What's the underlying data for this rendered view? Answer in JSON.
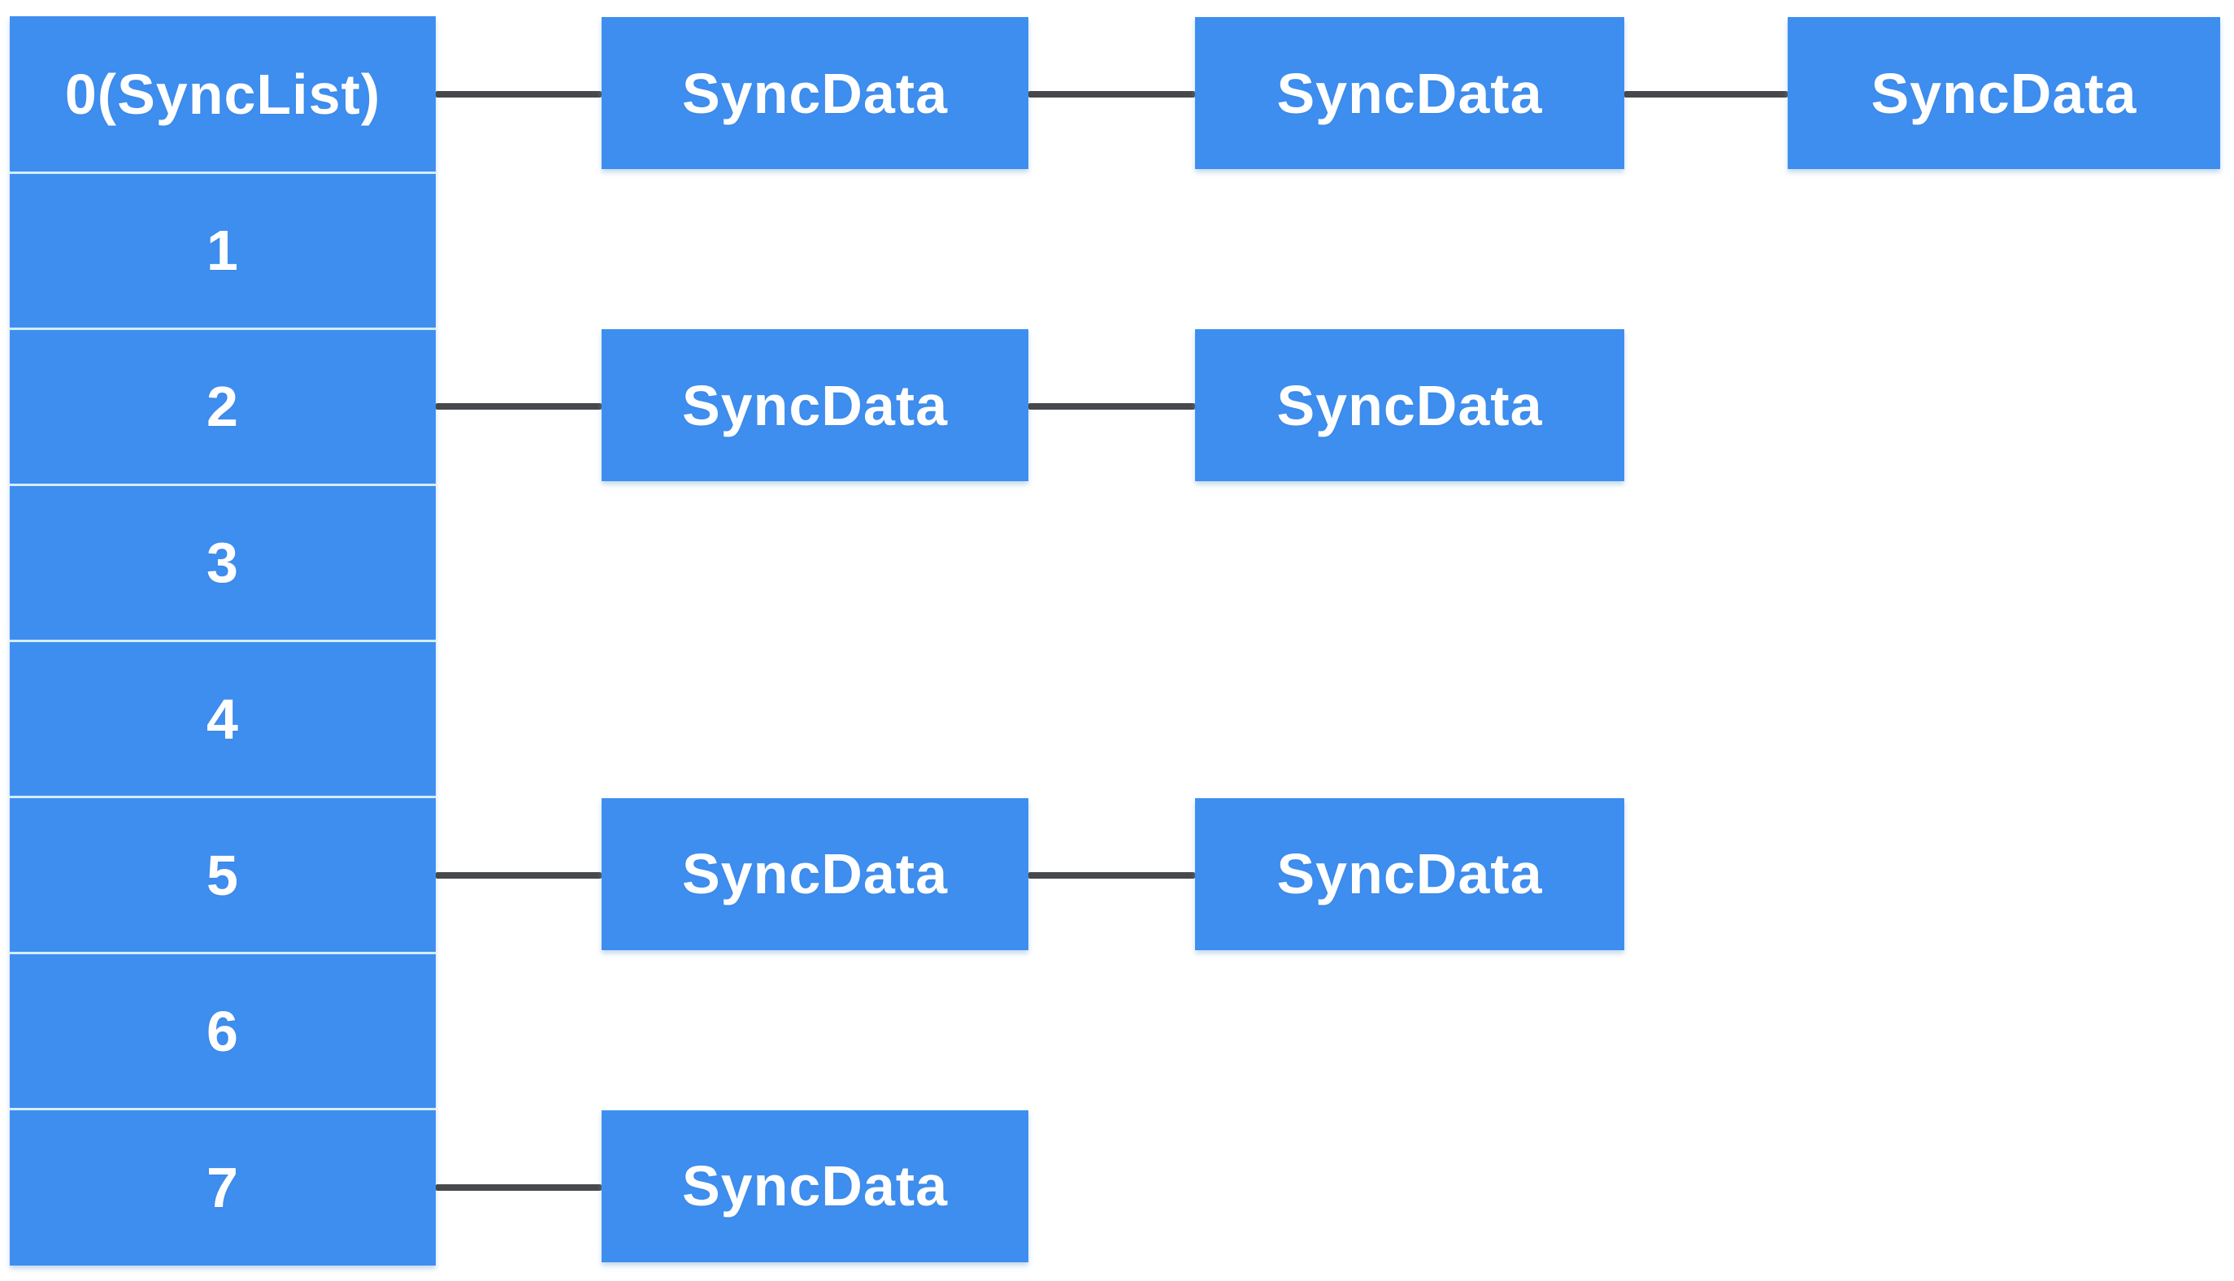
{
  "colors": {
    "node_fill": "#3E8EF0",
    "connector": "#46484B",
    "divider": "#D5EEFB",
    "text": "#FFFFFF",
    "background": "#FFFFFF"
  },
  "array": {
    "buckets": [
      {
        "label": "0(SyncList)",
        "chain": [
          "SyncData",
          "SyncData",
          "SyncData"
        ]
      },
      {
        "label": "1",
        "chain": []
      },
      {
        "label": "2",
        "chain": [
          "SyncData",
          "SyncData"
        ]
      },
      {
        "label": "3",
        "chain": []
      },
      {
        "label": "4",
        "chain": []
      },
      {
        "label": "5",
        "chain": [
          "SyncData",
          "SyncData"
        ]
      },
      {
        "label": "6",
        "chain": []
      },
      {
        "label": "7",
        "chain": [
          "SyncData"
        ]
      }
    ]
  }
}
